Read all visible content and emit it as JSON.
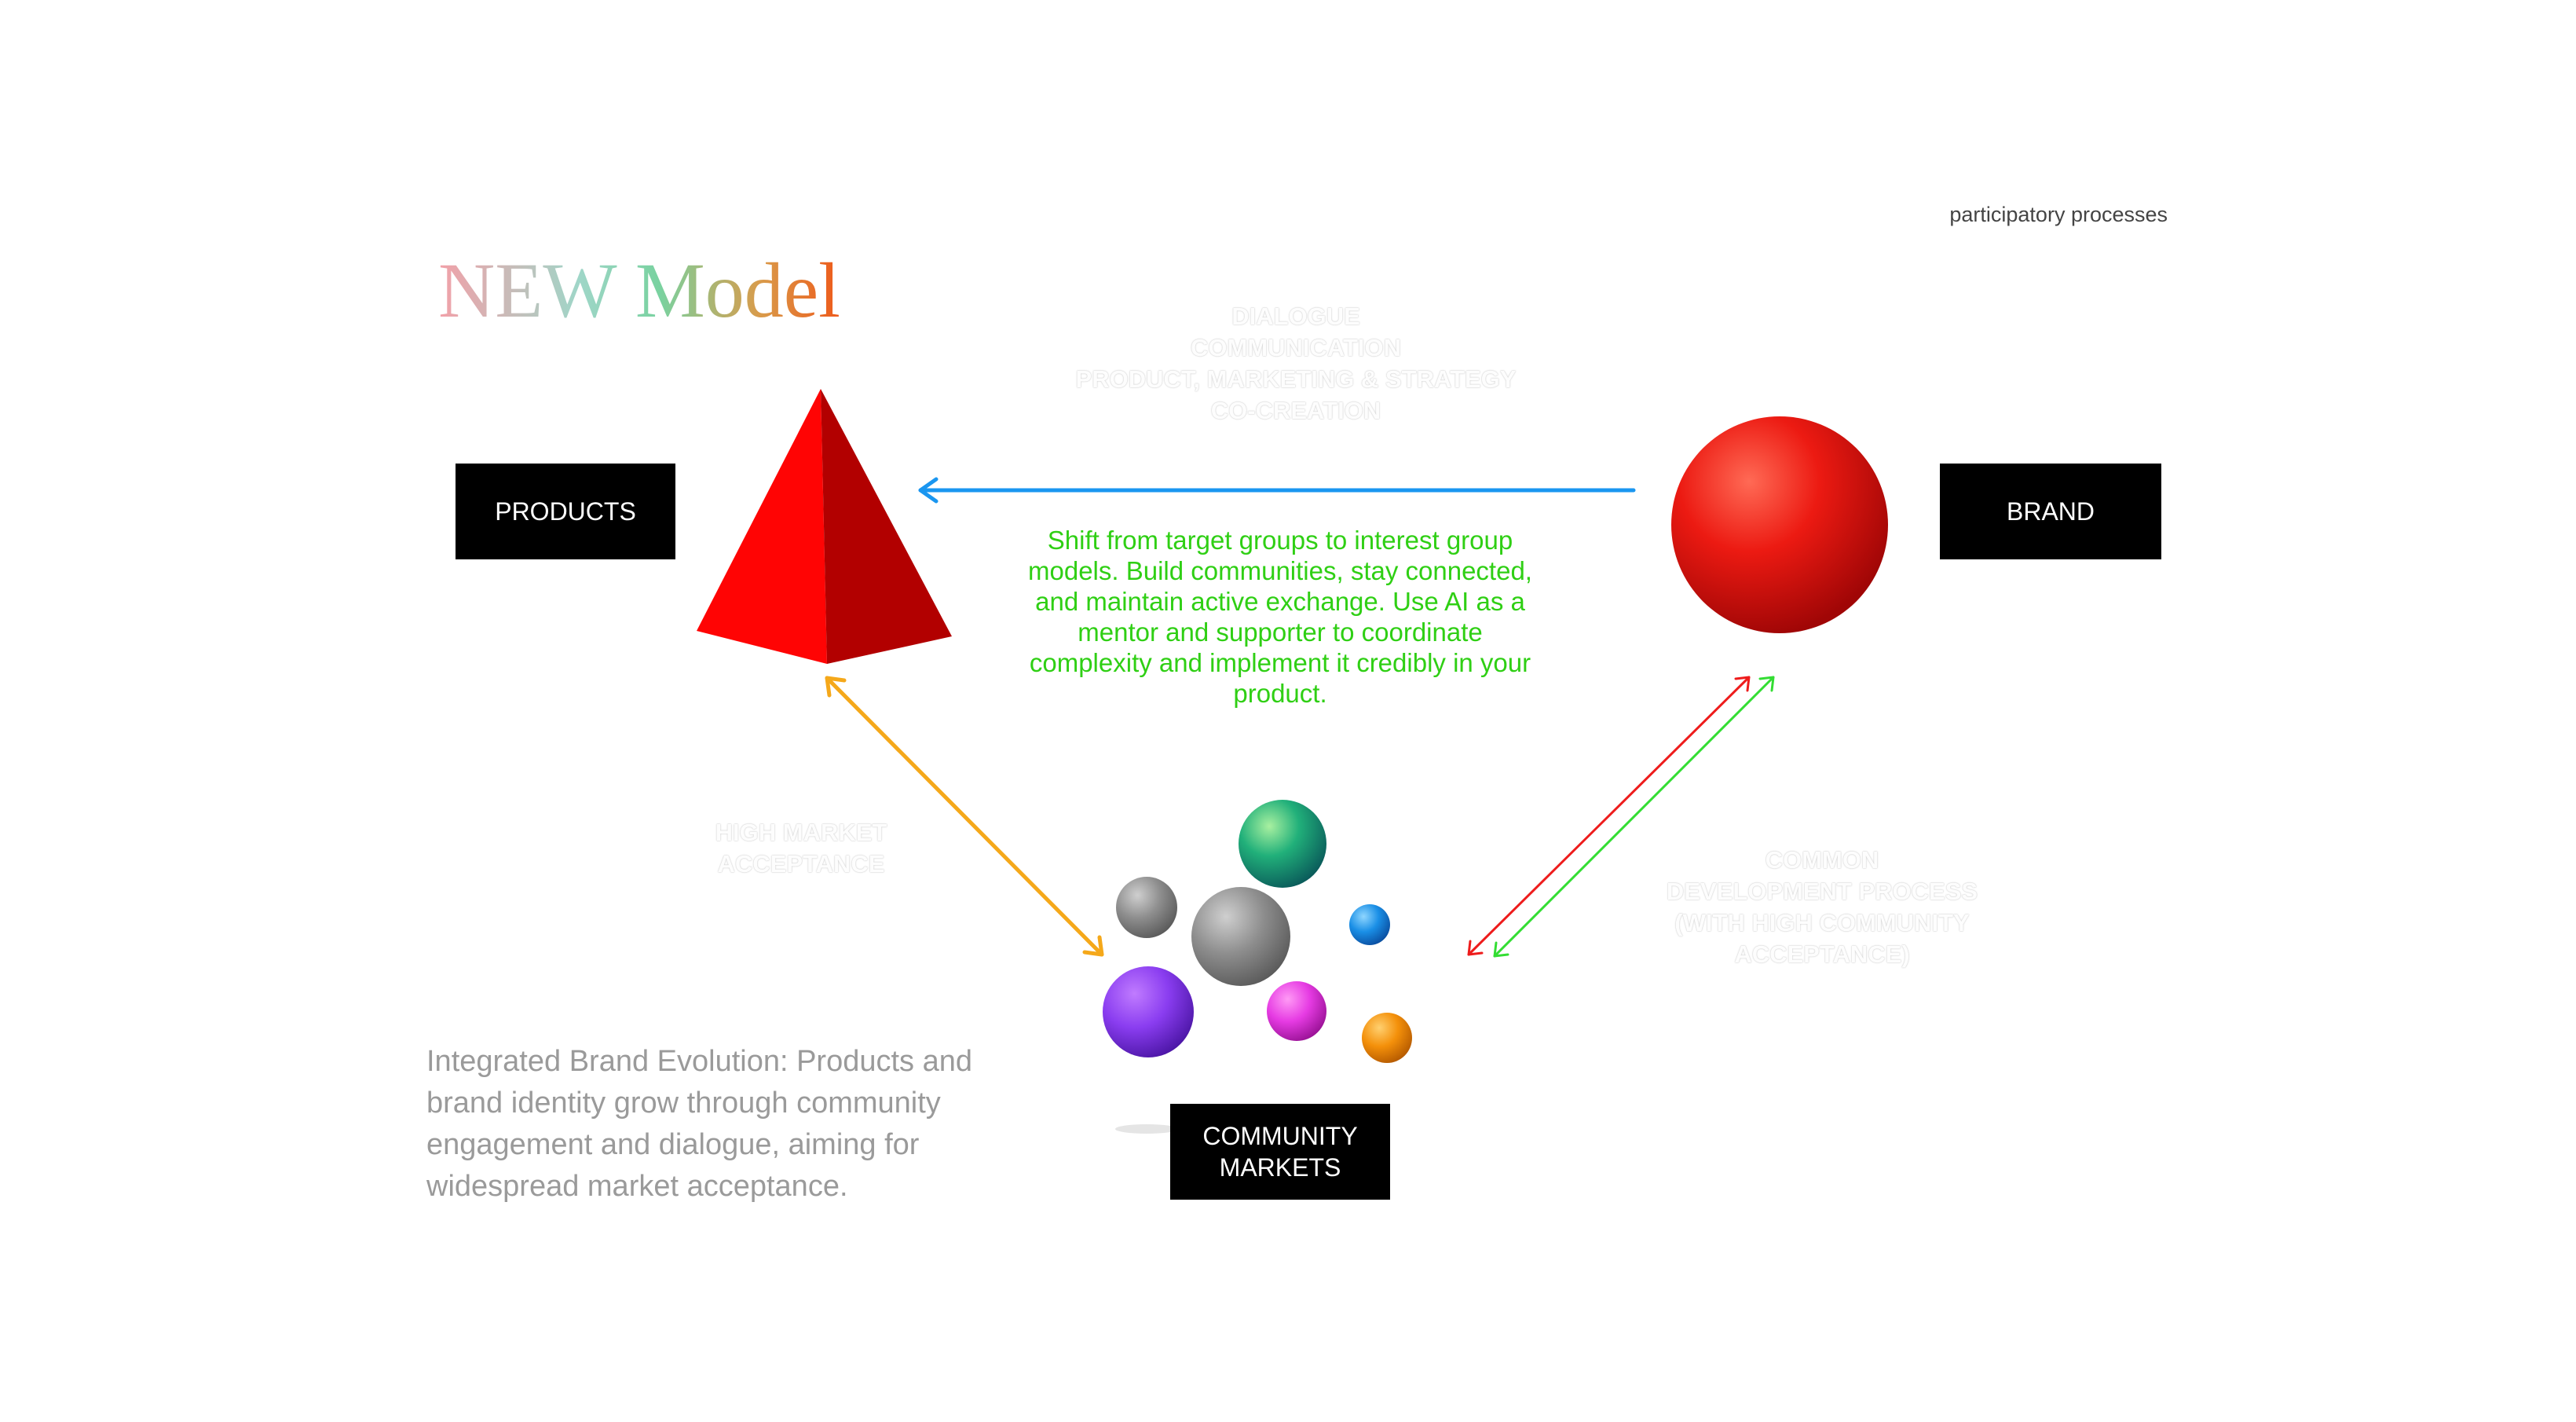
{
  "header": {
    "kicker": "participatory processes",
    "title": "NEW Model"
  },
  "nodes": {
    "products": "PRODUCTS",
    "brand": "BRAND",
    "community_line1": "COMMUNITY",
    "community_line2": "MARKETS"
  },
  "labels": {
    "dialogue": [
      "DIALOGUE",
      "COMMUNICATION",
      "PRODUCT, MARKETING & STRATEGY",
      "CO-CREATION"
    ],
    "market_acceptance": [
      "HIGH MARKET",
      "ACCEPTANCE"
    ],
    "common_process": [
      "COMMON",
      "DEVELOPMENT PROCESS",
      "(WITH HIGH COMMUNITY",
      "ACCEPTANCE)"
    ]
  },
  "center_text": [
    "Shift from target groups to interest group",
    "models. Build communities, stay connected,",
    "and maintain active exchange. Use AI as a",
    "mentor and supporter to coordinate",
    "complexity and implement it credibly in your",
    "product."
  ],
  "description": [
    "Integrated Brand Evolution: Products and",
    "brand identity grow through community",
    "engagement and dialogue, aiming for",
    "widespread market acceptance."
  ],
  "colors": {
    "blue_arrow": "#1a96f0",
    "orange_arrow": "#f5a81a",
    "red_arrow": "#ee1c1c",
    "green_arrow": "#33dd33",
    "green_text": "#2fcf14",
    "pyramid": "#ff0000",
    "sphere": "#e8130f"
  },
  "icons": [
    "pyramid-shape",
    "red-sphere",
    "community-spheres"
  ]
}
